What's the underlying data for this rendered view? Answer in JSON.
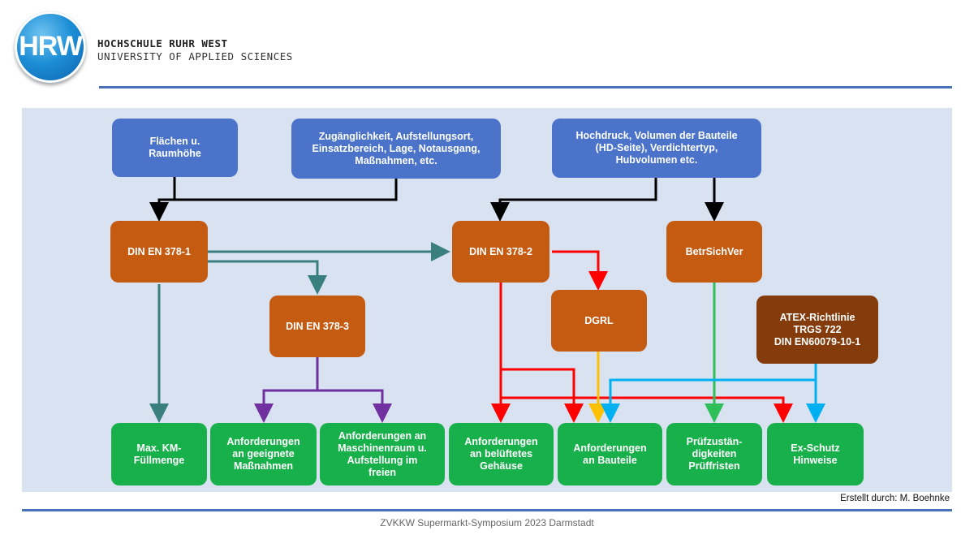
{
  "header": {
    "logo_text": "HRW",
    "university_name": "HOCHSCHULE RUHR WEST",
    "university_subtitle": "UNIVERSITY OF APPLIED SCIENCES"
  },
  "diagram": {
    "sources": {
      "flaechen": "Flächen u.\nRaumhöhe",
      "zugaenglichkeit": "Zugänglichkeit, Aufstellungsort,\nEinsatzbereich, Lage, Notausgang,\nMaßnahmen, etc.",
      "hochdruck": "Hochdruck, Volumen der Bauteile\n(HD-Seite), Verdichtertyp,\nHubvolumen etc."
    },
    "norms": {
      "din_378_1": "DIN EN 378-1",
      "din_378_2": "DIN EN 378-2",
      "din_378_3": "DIN EN 378-3",
      "betrsichver": "BetrSichVer",
      "dgrl": "DGRL",
      "atex": "ATEX-Richtlinie\nTRGS 722\nDIN EN60079-10-1"
    },
    "results": {
      "max_km": "Max. KM-\nFüllmenge",
      "massnahmen": "Anforderungen\nan geeignete\nMaßnahmen",
      "maschinenraum": "Anforderungen an\nMaschinenraum u.\nAufstellung im\nfreien",
      "gehaeuse": "Anforderungen\nan belüftetes\nGehäuse",
      "bauteile": "Anforderungen\nan Bauteile",
      "pruef": "Prüfzustän-\ndigkeiten\nPrüffristen",
      "exschutz": "Ex-Schutz\nHinweise"
    },
    "colors": {
      "panel": "#d9e2f1",
      "source": "#4a73c9",
      "norm": "#c55a11",
      "atex": "#843c0c",
      "result": "#18b04a",
      "arrow_black": "#000000",
      "arrow_teal": "#3a7f80",
      "arrow_purple": "#7030a0",
      "arrow_red": "#ff0000",
      "arrow_yellow": "#ffc000",
      "arrow_lightgreen": "#2fbf5a",
      "arrow_lightblue": "#00b0f0"
    }
  },
  "credit": "Erstellt durch: M. Boehnke",
  "footer": "ZVKKW Supermarkt-Symposium  2023 Darmstadt"
}
